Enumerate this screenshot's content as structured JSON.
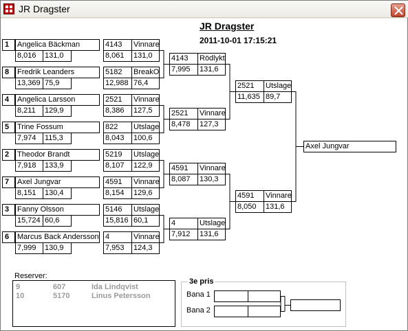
{
  "window": {
    "title": "JR Dragster"
  },
  "header": {
    "title": "JR Dragster",
    "datetime": "2011-10-01 17:15:21"
  },
  "first_round": [
    {
      "seed": "1",
      "name": "Angelica Bäckman",
      "rt": "8,016",
      "speed": "131,0",
      "num": "4143",
      "result": "Vinnare",
      "time": "8,061",
      "speed2": "131,0"
    },
    {
      "seed": "8",
      "name": "Fredrik Leanders",
      "rt": "13,369",
      "speed": "75,9",
      "num": "5182",
      "result": "BreakOu",
      "time": "12,988",
      "speed2": "76,4"
    },
    {
      "seed": "4",
      "name": "Angelica Larsson",
      "rt": "8,211",
      "speed": "129,9",
      "num": "2521",
      "result": "Vinnare",
      "time": "8,386",
      "speed2": "127,5"
    },
    {
      "seed": "5",
      "name": "Trine Fossum",
      "rt": "7,974",
      "speed": "115,3",
      "num": "822",
      "result": "Utslager",
      "time": "8,043",
      "speed2": "100,6"
    },
    {
      "seed": "2",
      "name": "Theodor Brandt",
      "rt": "7,918",
      "speed": "133,9",
      "num": "5219",
      "result": "Utslager",
      "time": "8,107",
      "speed2": "122,9"
    },
    {
      "seed": "7",
      "name": "Axel Jungvar",
      "rt": "8,151",
      "speed": "130,4",
      "num": "4591",
      "result": "Vinnare",
      "time": "8,154",
      "speed2": "129,6"
    },
    {
      "seed": "3",
      "name": "Fanny Olsson",
      "rt": "15,724",
      "speed": "60,6",
      "num": "5146",
      "result": "Utslager",
      "time": "15,816",
      "speed2": "60,1"
    },
    {
      "seed": "6",
      "name": "Marcus Back Andersson",
      "rt": "7,999",
      "speed": "130,9",
      "num": "4",
      "result": "Vinnare",
      "time": "7,953",
      "speed2": "124,3"
    }
  ],
  "second_round": [
    {
      "num": "4143",
      "result": "Rödlykta",
      "time": "7,995",
      "speed": "131,6"
    },
    {
      "num": "2521",
      "result": "Vinnare",
      "time": "8,478",
      "speed": "127,3"
    },
    {
      "num": "4591",
      "result": "Vinnare",
      "time": "8,087",
      "speed": "130,3"
    },
    {
      "num": "4",
      "result": "Utslager",
      "time": "7,912",
      "speed": "131,6"
    }
  ],
  "semifinal": [
    {
      "num": "2521",
      "result": "Utslager",
      "time": "11,635",
      "speed": "89,7"
    },
    {
      "num": "4591",
      "result": "Vinnare",
      "time": "8,050",
      "speed": "131,6"
    }
  ],
  "winner": "Axel Jungvar",
  "reserves": {
    "label": "Reserver:",
    "rows": [
      {
        "pos": "9",
        "num": "607",
        "name": "Ida Lindqvist"
      },
      {
        "pos": "10",
        "num": "5170",
        "name": "Linus Petersson"
      }
    ]
  },
  "third_prize": {
    "title": "3e pris",
    "lane1": "Bana 1",
    "lane2": "Bana 2",
    "lane1_value": "",
    "lane2_value": "",
    "winner": ""
  }
}
